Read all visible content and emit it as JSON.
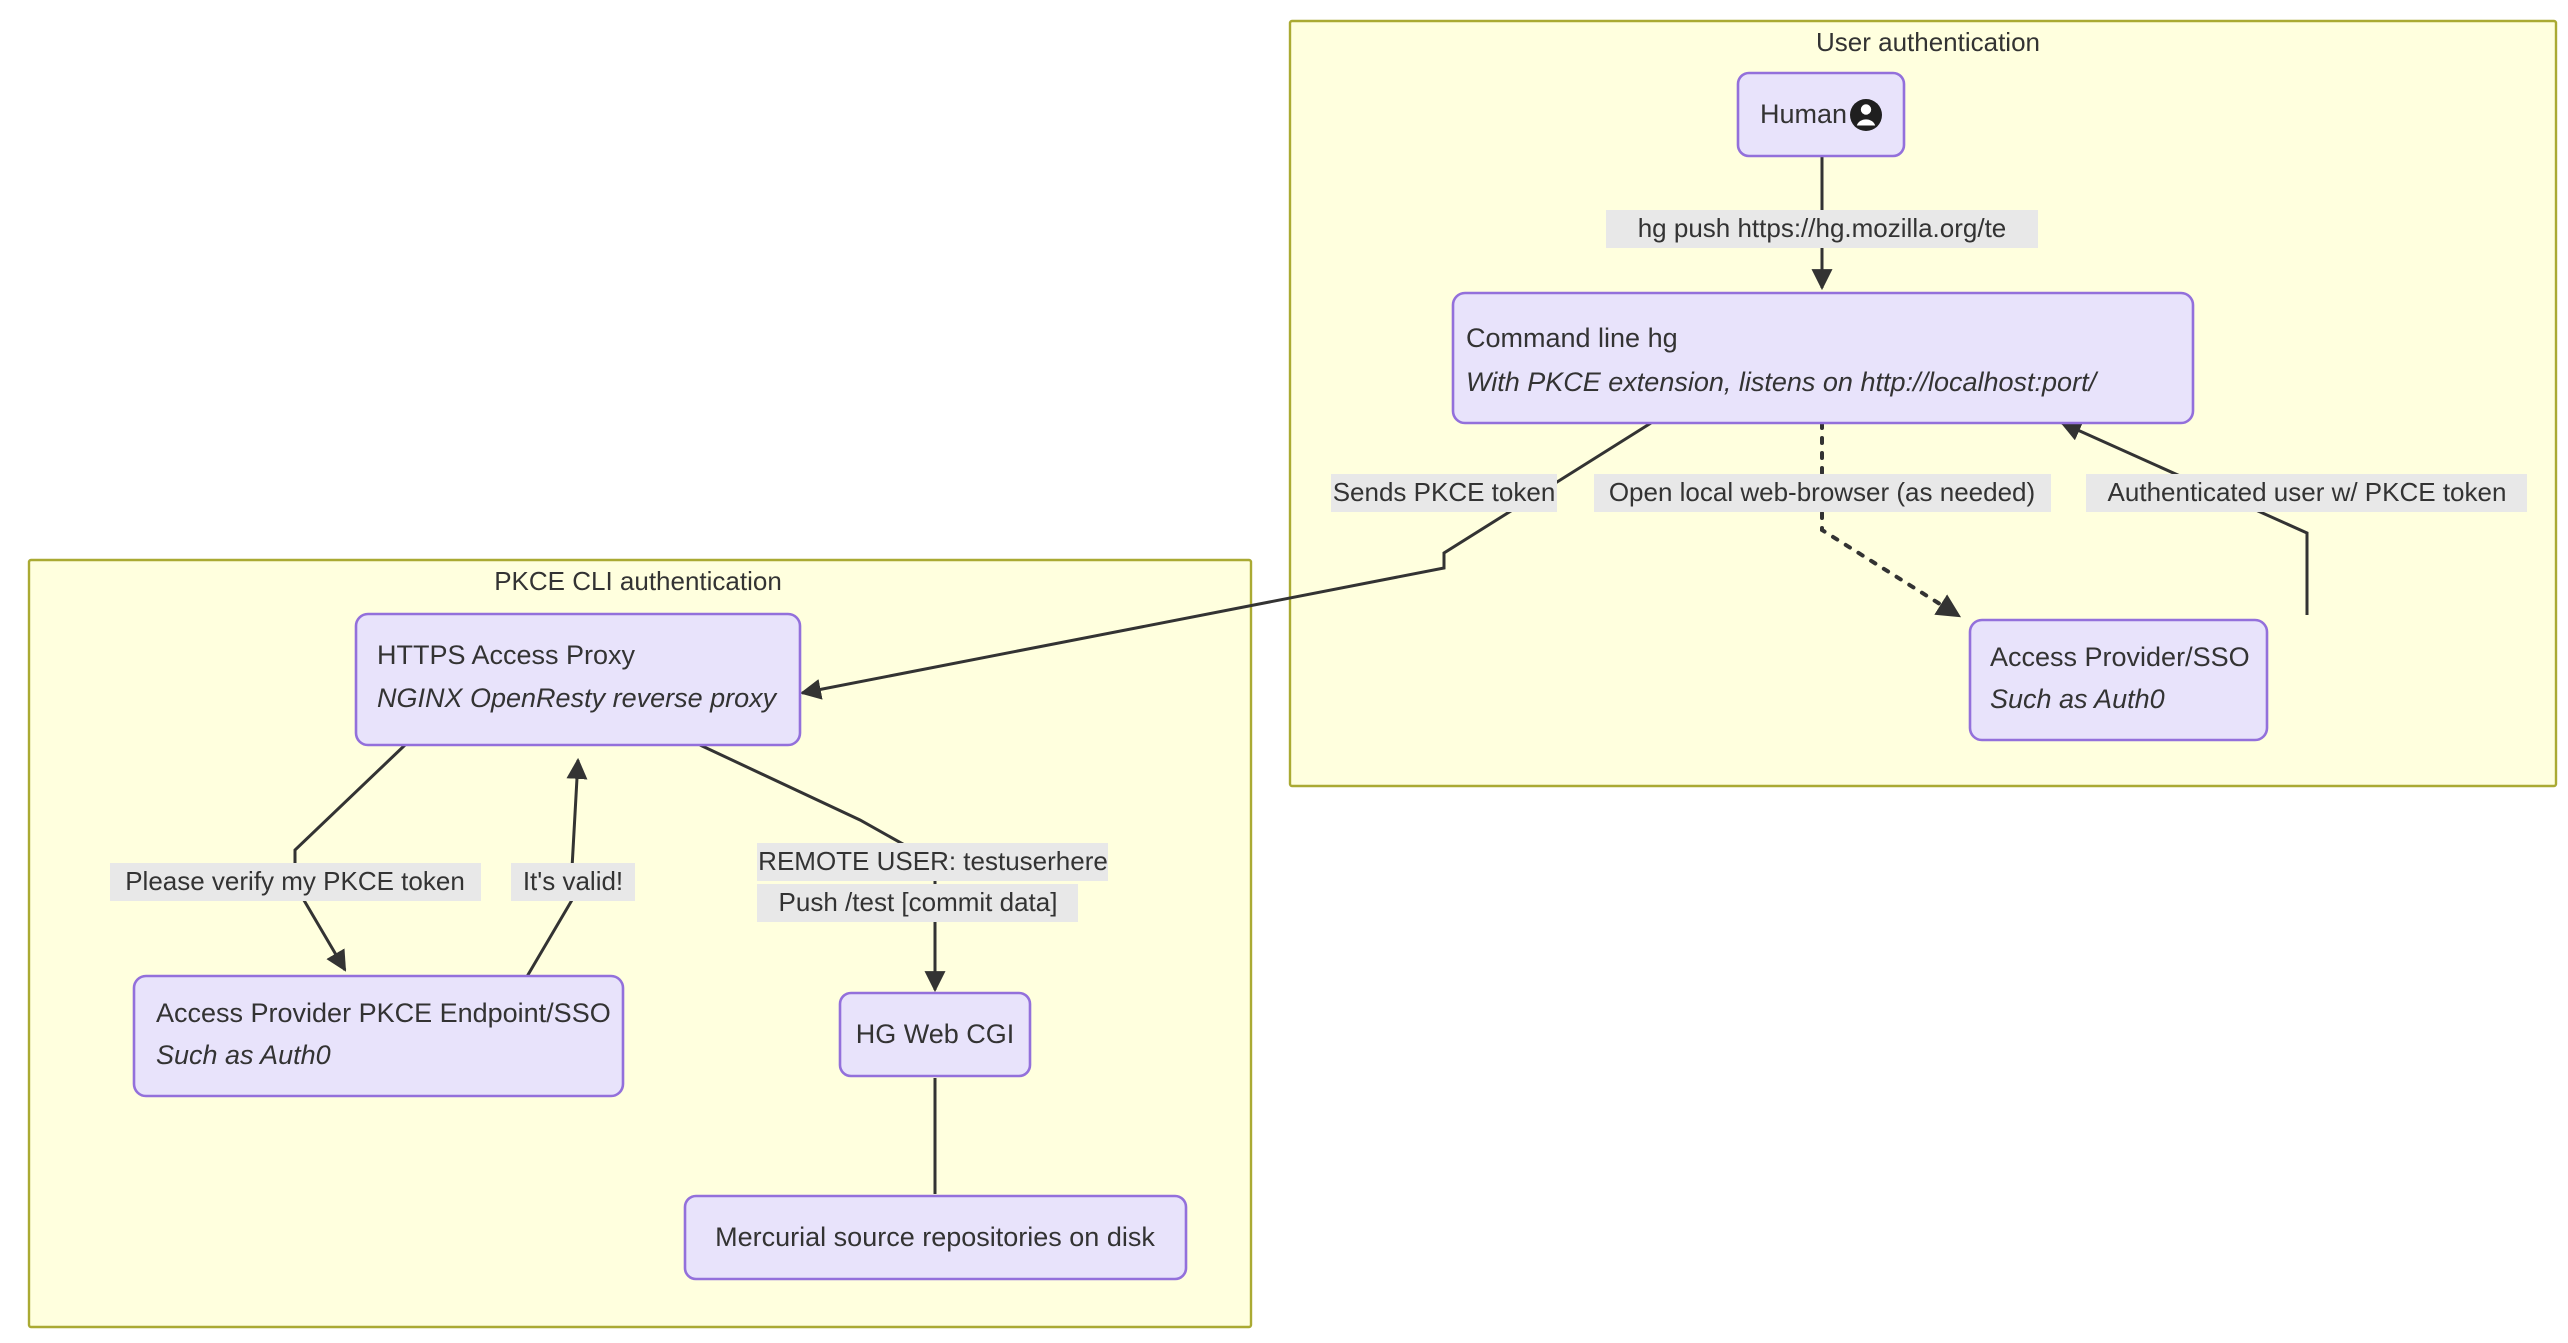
{
  "diagram": {
    "type": "flowchart",
    "title_visible": false,
    "colors": {
      "cluster_fill": "#ffffde",
      "cluster_stroke": "#aaaa33",
      "node_fill": "#e8e3fb",
      "node_stroke": "#9370db",
      "edge_stroke": "#333333",
      "edge_label_bg": "#e8e8e8",
      "text": "#333333",
      "canvas": "#ffffff"
    }
  },
  "clusters": [
    {
      "id": "user-authentication",
      "label": "User authentication"
    },
    {
      "id": "pkce-cli-authentication",
      "label": "PKCE CLI authentication"
    }
  ],
  "nodes": [
    {
      "id": "human",
      "line1": "Human",
      "line2": "",
      "icon": "account-circle-icon",
      "icon_glyph": "\u0001"
    },
    {
      "id": "command-line-hg",
      "line1": "Command line hg",
      "line2": "With PKCE extension, listens on http://localhost:port/"
    },
    {
      "id": "access-provider-sso",
      "line1": "Access Provider/SSO",
      "line2": "Such as Auth0"
    },
    {
      "id": "https-access-proxy",
      "line1": "HTTPS Access Proxy",
      "line2": "NGINX OpenResty reverse proxy"
    },
    {
      "id": "access-provider-pkce-endpoint-sso",
      "line1": "Access Provider PKCE Endpoint/SSO",
      "line2": "Such as Auth0"
    },
    {
      "id": "hg-web-cgi",
      "line1": "HG Web CGI",
      "line2": ""
    },
    {
      "id": "mercurial-source-repositories",
      "line1": "Mercurial source repositories on disk",
      "line2": ""
    }
  ],
  "edges": [
    {
      "id": "human-to-cli",
      "from": "human",
      "to": "command-line-hg",
      "label": "hg push https://hg.mozilla.org/te",
      "style": "solid"
    },
    {
      "id": "cli-to-proxy",
      "from": "command-line-hg",
      "to": "https-access-proxy",
      "label": "Sends PKCE token",
      "style": "solid"
    },
    {
      "id": "cli-to-sso",
      "from": "command-line-hg",
      "to": "access-provider-sso",
      "label": "Open local web-browser (as needed)",
      "style": "dotted"
    },
    {
      "id": "sso-to-cli",
      "from": "access-provider-sso",
      "to": "command-line-hg",
      "label": "Authenticated user w/ PKCE token",
      "style": "solid"
    },
    {
      "id": "proxy-to-pkce-endpoint",
      "from": "https-access-proxy",
      "to": "access-provider-pkce-endpoint-sso",
      "label": "Please verify my PKCE token",
      "style": "solid"
    },
    {
      "id": "pkce-endpoint-to-proxy",
      "from": "access-provider-pkce-endpoint-sso",
      "to": "https-access-proxy",
      "label": "It's valid!",
      "style": "solid"
    },
    {
      "id": "proxy-to-hgweb",
      "from": "https-access-proxy",
      "to": "hg-web-cgi",
      "label_line1": "REMOTE USER: testuserhere",
      "label_line2": "Push /test [commit data]",
      "style": "solid"
    },
    {
      "id": "hgweb-to-repos",
      "from": "hg-web-cgi",
      "to": "mercurial-source-repositories",
      "label": "",
      "style": "solid"
    }
  ]
}
